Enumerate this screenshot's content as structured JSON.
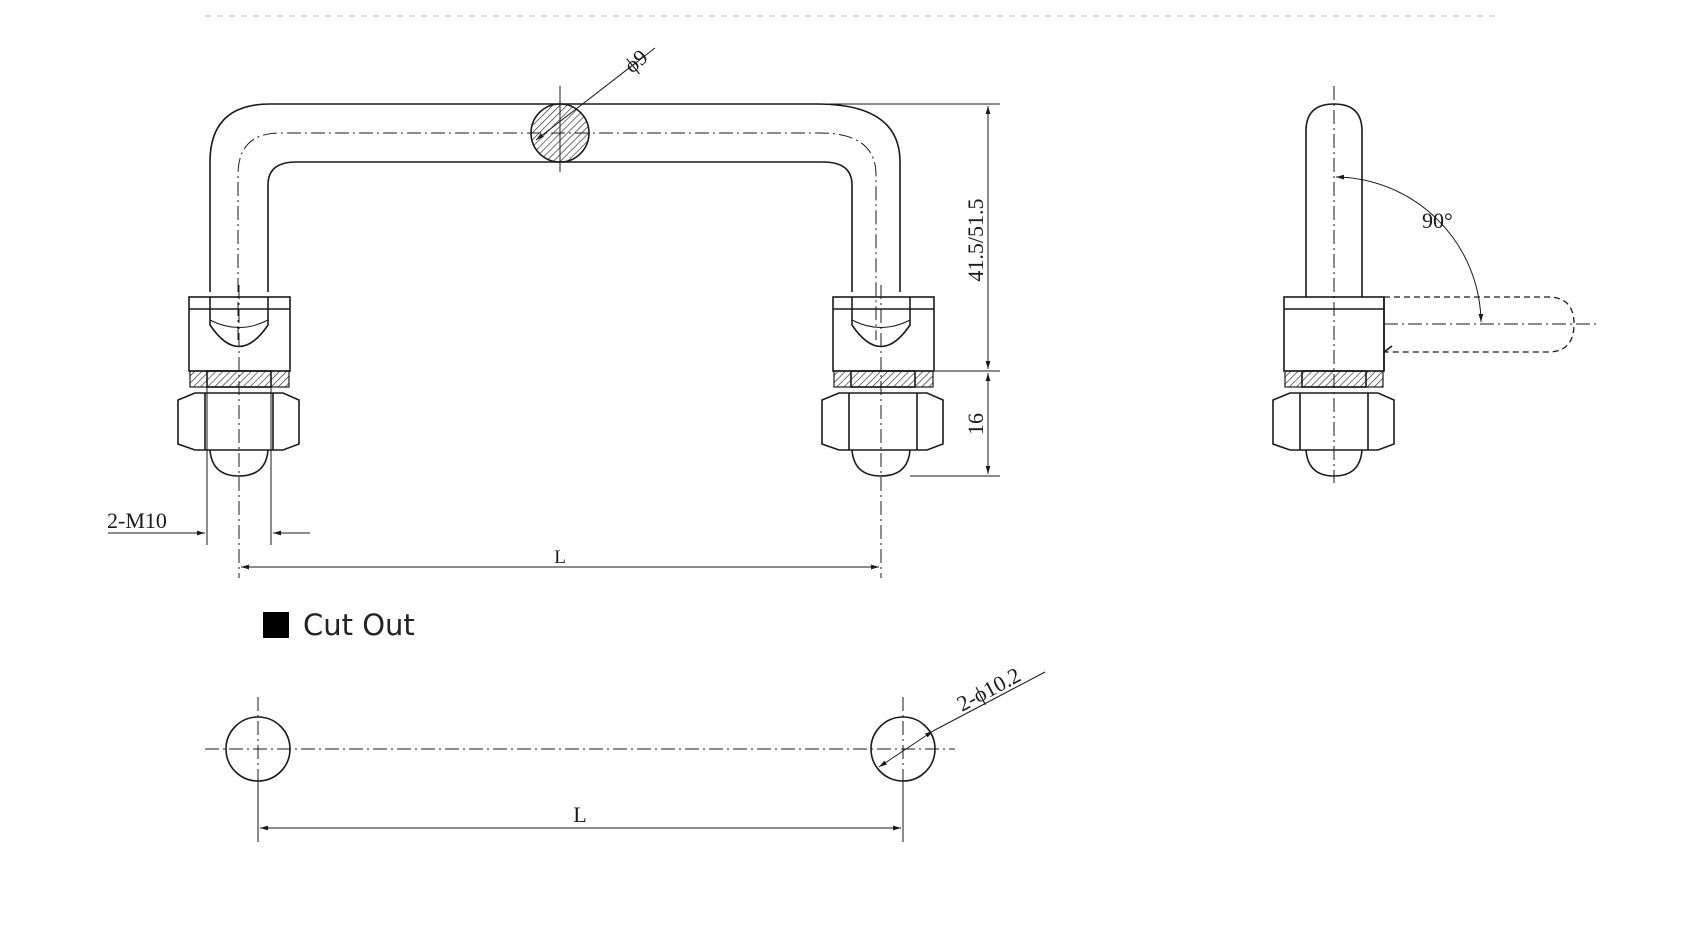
{
  "dimensions": {
    "rod_diameter": "ϕ9",
    "height": "41.5/51.5",
    "nut_height": "16",
    "thread": "2-M10",
    "length": "L",
    "rotation_angle": "90°",
    "hole_diameter": "2-ϕ10.2",
    "cutout_length": "L"
  },
  "section": {
    "title": "Cut Out"
  }
}
